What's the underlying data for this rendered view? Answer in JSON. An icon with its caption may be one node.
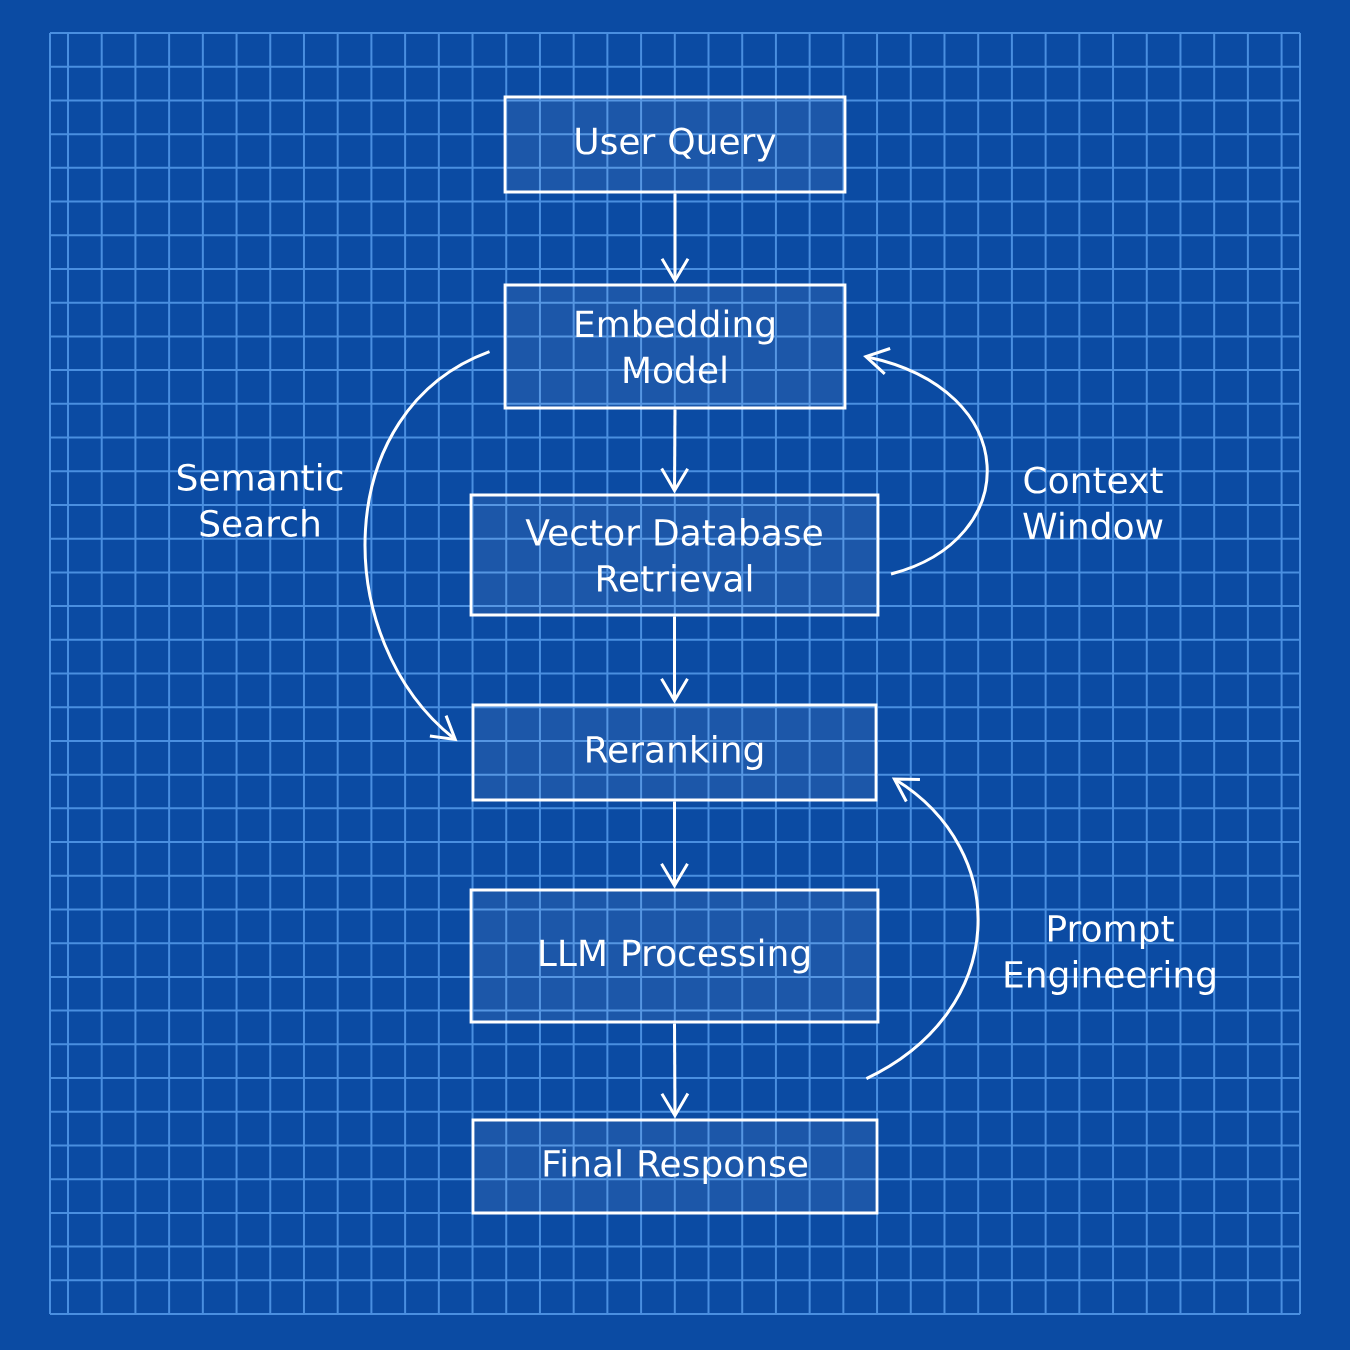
{
  "diagram": {
    "nodes": [
      {
        "text": [
          "User Query"
        ]
      },
      {
        "text": [
          "Embedding Model"
        ]
      },
      {
        "text": [
          "Vector Database Retrieval"
        ]
      },
      {
        "text": [
          "Reranking"
        ]
      },
      {
        "text": [
          "LLM Processing"
        ]
      },
      {
        "text": [
          "Final Response"
        ]
      }
    ],
    "edges": [
      {
        "from": 0,
        "to": 1,
        "arrow": "to"
      },
      {
        "from": 1,
        "to": 2,
        "arrow": "to"
      },
      {
        "from": 2,
        "to": 3,
        "arrow": "to"
      },
      {
        "from": 3,
        "to": 4,
        "arrow": "to"
      },
      {
        "from": 4,
        "to": 5,
        "arrow": "to"
      },
      {
        "from": 1,
        "to": 3,
        "arrow": "to",
        "label": "Semantic Search"
      },
      {
        "from": 2,
        "to": 1,
        "arrow": "to",
        "label": "Context Window"
      },
      {
        "from": 5,
        "to": 3,
        "arrow": "to",
        "label": "Prompt Engineering"
      }
    ]
  }
}
